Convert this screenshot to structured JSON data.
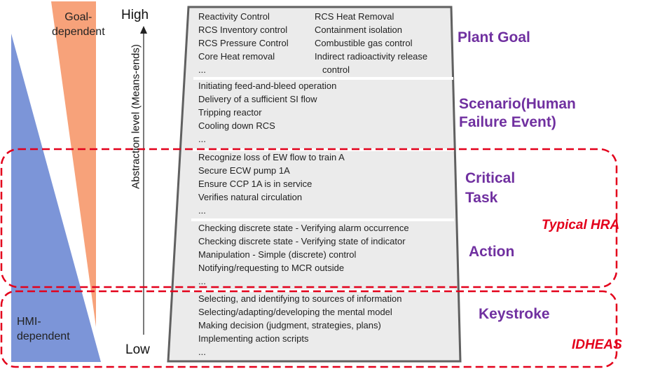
{
  "colors": {
    "goal_triangle": "#f7a27a",
    "hmi_triangle": "#7c95d8",
    "trapezoid_fill": "#ebebeb",
    "trapezoid_border": "#606060",
    "dashed_red": "#e3001b",
    "level_label": "#7030a0"
  },
  "left": {
    "goal_label_line1": "Goal-",
    "goal_label_line2": "dependent",
    "hmi_label_line1": "HMI-",
    "hmi_label_line2": "dependent"
  },
  "axis": {
    "high": "High",
    "low": "Low",
    "title": "Abstraction level (Means-ends)"
  },
  "levels": [
    {
      "name": "Plant Goal",
      "items_col1": [
        "Reactivity Control",
        "RCS Inventory control",
        "RCS Pressure Control",
        "Core Heat removal",
        "..."
      ],
      "items_col2": [
        "RCS Heat Removal",
        "Containment isolation",
        "Combustible gas control",
        "Indirect radioactivity release",
        "control"
      ]
    },
    {
      "name_line1": "Scenario(Human",
      "name_line2": "Failure Event)",
      "items": [
        "Initiating feed-and-bleed operation",
        "Delivery of a sufficient SI flow",
        "Tripping reactor",
        "Cooling down  RCS",
        "..."
      ]
    },
    {
      "name_line1": "Critical",
      "name_line2": "Task",
      "items": [
        "Recognize loss of EW flow to train A",
        "Secure ECW pump  1A",
        "Ensure CCP 1A is in service",
        "Verifies natural circulation",
        "..."
      ]
    },
    {
      "name": "Action",
      "items": [
        "Checking discrete state - Verifying alarm occurrence",
        "Checking discrete state - Verifying state of indicator",
        "Manipulation - Simple (discrete) control",
        "Notifying/requesting to MCR outside",
        "..."
      ]
    },
    {
      "name": "Keystroke",
      "items": [
        "Selecting, and identifying to sources of information",
        "Selecting/adapting/developing the mental model",
        "Making decision (judgment,  strategies, plans)",
        "Implementing  action scripts",
        "..."
      ]
    }
  ],
  "regions": {
    "typical_hra": "Typical HRA",
    "idheas": "IDHEAS"
  }
}
